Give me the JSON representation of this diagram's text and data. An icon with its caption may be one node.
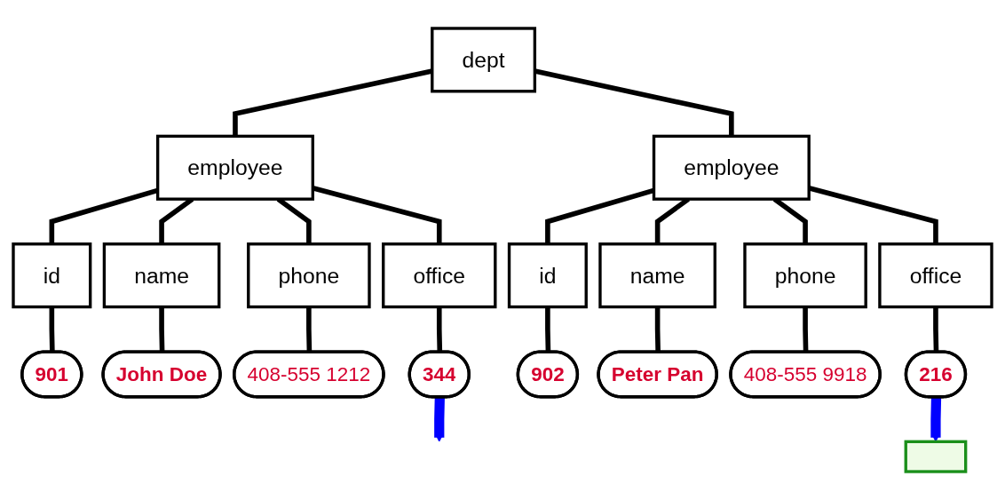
{
  "diagram": {
    "nodes": [
      {
        "text": [
          "dept"
        ]
      },
      {
        "text": [
          "employee"
        ]
      },
      {
        "text": [
          "id"
        ]
      },
      {
        "text": [
          "name"
        ]
      },
      {
        "text": [
          "phone"
        ]
      },
      {
        "text": [
          "office"
        ]
      },
      {
        "text": [
          "901"
        ]
      },
      {
        "text": [
          "John Doe"
        ]
      },
      {
        "text": [
          "408-555 1212"
        ]
      },
      {
        "text": [
          "344"
        ]
      },
      {
        "text": [
          "employee"
        ]
      },
      {
        "text": [
          "id"
        ]
      },
      {
        "text": [
          "name"
        ]
      },
      {
        "text": [
          "phone"
        ]
      },
      {
        "text": [
          "office"
        ]
      },
      {
        "text": [
          "902"
        ]
      },
      {
        "text": [
          "Peter Pan"
        ]
      },
      {
        "text": [
          "408-555 9918"
        ]
      },
      {
        "text": [
          "216"
        ]
      },
      {
        "text": [],
        "shape": "box"
      }
    ],
    "edges": [
      {
        "from": 0,
        "to": 1,
        "arrow": "none"
      },
      {
        "from": 0,
        "to": 10,
        "arrow": "none"
      },
      {
        "from": 1,
        "to": 2,
        "arrow": "none"
      },
      {
        "from": 1,
        "to": 3,
        "arrow": "none"
      },
      {
        "from": 1,
        "to": 4,
        "arrow": "none"
      },
      {
        "from": 1,
        "to": 5,
        "arrow": "none"
      },
      {
        "from": 2,
        "to": 6,
        "arrow": "none"
      },
      {
        "from": 3,
        "to": 7,
        "arrow": "none"
      },
      {
        "from": 4,
        "to": 8,
        "arrow": "none"
      },
      {
        "from": 5,
        "to": 9,
        "arrow": "none"
      },
      {
        "from": 10,
        "to": 11,
        "arrow": "none"
      },
      {
        "from": 10,
        "to": 12,
        "arrow": "none"
      },
      {
        "from": 10,
        "to": 13,
        "arrow": "none"
      },
      {
        "from": 10,
        "to": 14,
        "arrow": "none"
      },
      {
        "from": 11,
        "to": 15,
        "arrow": "none"
      },
      {
        "from": 12,
        "to": 16,
        "arrow": "none"
      },
      {
        "from": 13,
        "to": 17,
        "arrow": "none"
      },
      {
        "from": 14,
        "to": 18,
        "arrow": "none"
      },
      {
        "from": 9,
        "to": null,
        "arrow": "to",
        "style": "thick",
        "color": "#0000ff"
      },
      {
        "from": 18,
        "to": 19,
        "arrow": "to",
        "style": "thick",
        "color": "#0000ff"
      }
    ]
  }
}
